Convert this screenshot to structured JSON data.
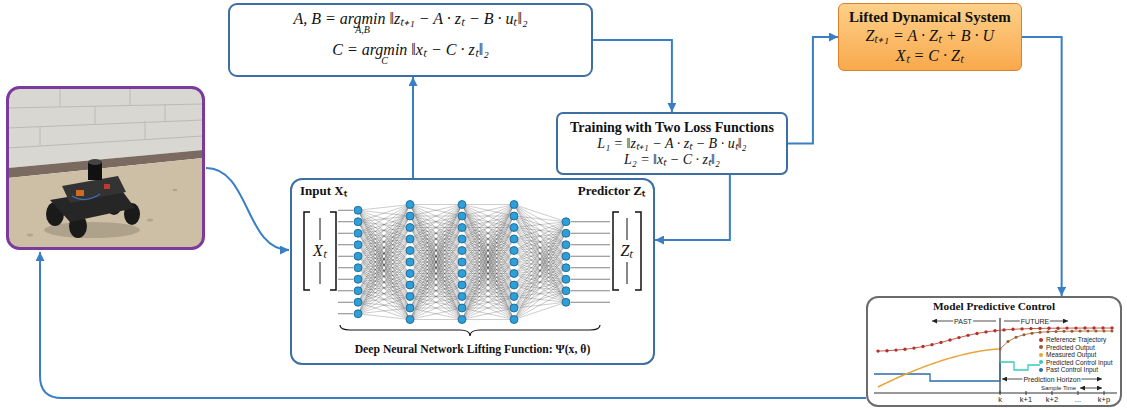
{
  "diagram": {
    "nodes": [
      {
        "text": [
          "A, B = argmin ‖zₜ₊₁ − A · zₜ − B · uₜ‖₂",
          "A,B",
          "C = argmin ‖xₜ − C · zₜ‖₂",
          "C"
        ]
      },
      {
        "text": [
          "Training with Two Loss Functions",
          "L₁ = ‖zₜ₊₁ − A · zₜ − B · uₜ‖₂",
          "L₂ = ‖xₜ − C · zₜ‖₂"
        ]
      },
      {
        "text": [
          "Lifted Dynamical System",
          "Zₜ₊₁ = A · Zₜ + B · U",
          "Xₜ = C · Zₜ"
        ]
      },
      {
        "text": [
          "Input Xₜ",
          "Xₜ",
          "Predictor Zₜ",
          "Zₜ",
          "Deep Neural Network Lifting Function: Ψ(x, θ)"
        ]
      },
      {
        "text": [
          "Model Predictive Control"
        ]
      }
    ],
    "edges": [
      {
        "from": 3,
        "to": 0,
        "arrow": "to"
      },
      {
        "from": 0,
        "to": 1,
        "arrow": "to"
      },
      {
        "from": 1,
        "to": 3,
        "arrow": "to"
      },
      {
        "from": 1,
        "to": 2,
        "arrow": "to"
      },
      {
        "from": 2,
        "to": 4,
        "arrow": "to"
      }
    ],
    "labels": [
      "PAST",
      "FUTURE",
      "Prediction Horizon",
      "Sample Time",
      "k",
      "k+1",
      "k+2",
      "...",
      "k+p"
    ],
    "legend": [
      {
        "text": "Reference Trajectory",
        "color": "#b5322a"
      },
      {
        "text": "Predicted Output",
        "color": "#9c5a2c"
      },
      {
        "text": "Measured Output",
        "color": "#e7a53a"
      },
      {
        "text": "Predicted Control Input",
        "color": "#36c9c0"
      },
      {
        "text": "Past Control Input",
        "color": "#2b6ca8"
      }
    ]
  }
}
